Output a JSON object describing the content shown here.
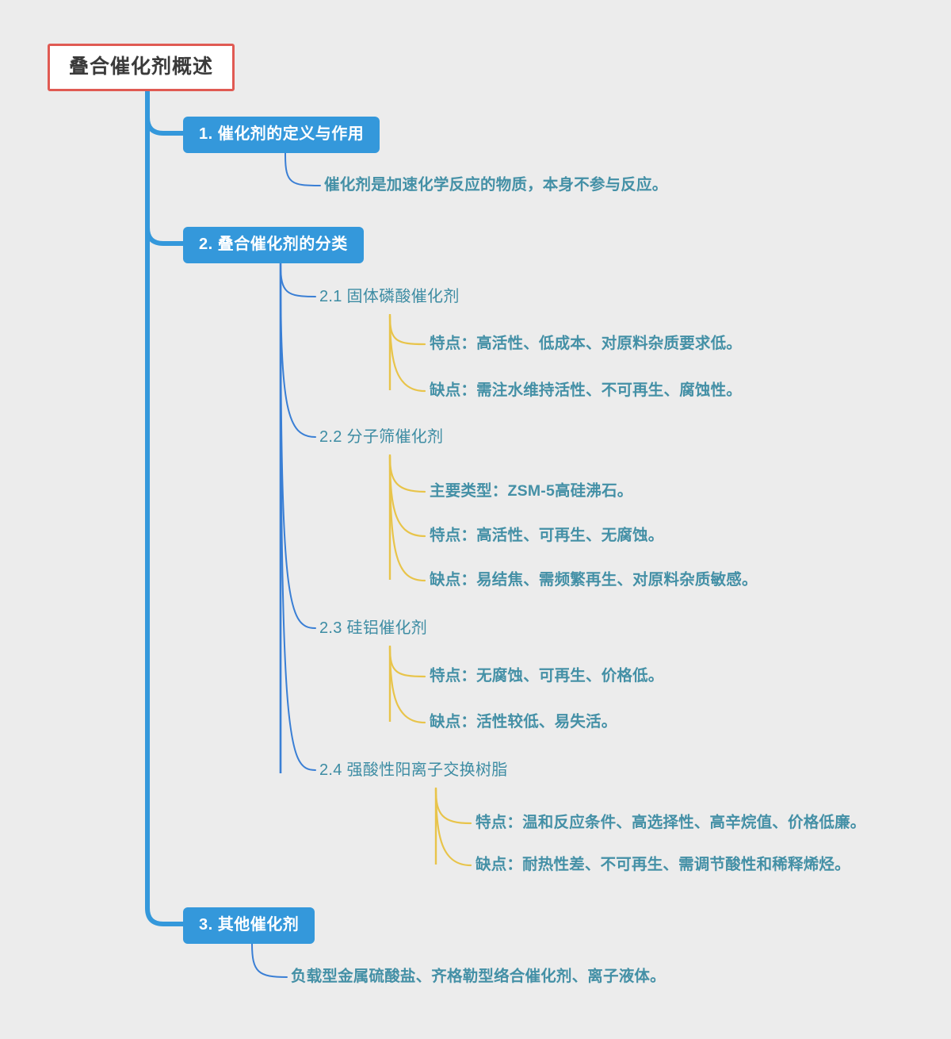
{
  "page": {
    "type": "mindmap",
    "background_color": "#ececec",
    "title": "叠合催化剂概述"
  },
  "palette": {
    "root_border": "#e05a53",
    "root_fill": "#ffffff",
    "root_text": "#3a3a3a",
    "branch_fill": "#3498db",
    "branch_text": "#ffffff",
    "subtopic_text": "#3d8ca3",
    "leaf_text": "#4490a6",
    "trunk_line": "#3498db",
    "blue_connector": "#3a7fd5",
    "amber_connector": "#e8c44a"
  },
  "root": {
    "label": "叠合催化剂概述"
  },
  "branches": [
    {
      "id": "b1",
      "label": "1. 催化剂的定义与作用",
      "children": [
        {
          "id": "b1c1",
          "label": "催化剂是加速化学反应的物质，本身不参与反应。",
          "children": []
        }
      ]
    },
    {
      "id": "b2",
      "label": "2. 叠合催化剂的分类",
      "children": [
        {
          "id": "b2c1",
          "label": "2.1 固体磷酸催化剂",
          "children": [
            {
              "id": "b2c1l1",
              "label": "特点：高活性、低成本、对原料杂质要求低。"
            },
            {
              "id": "b2c1l2",
              "label": "缺点：需注水维持活性、不可再生、腐蚀性。"
            }
          ]
        },
        {
          "id": "b2c2",
          "label": "2.2 分子筛催化剂",
          "children": [
            {
              "id": "b2c2l1",
              "label": "主要类型：ZSM-5高硅沸石。"
            },
            {
              "id": "b2c2l2",
              "label": "特点：高活性、可再生、无腐蚀。"
            },
            {
              "id": "b2c2l3",
              "label": "缺点：易结焦、需频繁再生、对原料杂质敏感。"
            }
          ]
        },
        {
          "id": "b2c3",
          "label": "2.3 硅铝催化剂",
          "children": [
            {
              "id": "b2c3l1",
              "label": "特点：无腐蚀、可再生、价格低。"
            },
            {
              "id": "b2c3l2",
              "label": "缺点：活性较低、易失活。"
            }
          ]
        },
        {
          "id": "b2c4",
          "label": "2.4 强酸性阳离子交换树脂",
          "children": [
            {
              "id": "b2c4l1",
              "label": "特点：温和反应条件、高选择性、高辛烷值、价格低廉。"
            },
            {
              "id": "b2c4l2",
              "label": "缺点：耐热性差、不可再生、需调节酸性和稀释烯烃。"
            }
          ]
        }
      ]
    },
    {
      "id": "b3",
      "label": "3. 其他催化剂",
      "children": [
        {
          "id": "b3c1",
          "label": "负载型金属硫酸盐、齐格勒型络合催化剂、离子液体。",
          "children": []
        }
      ]
    }
  ]
}
